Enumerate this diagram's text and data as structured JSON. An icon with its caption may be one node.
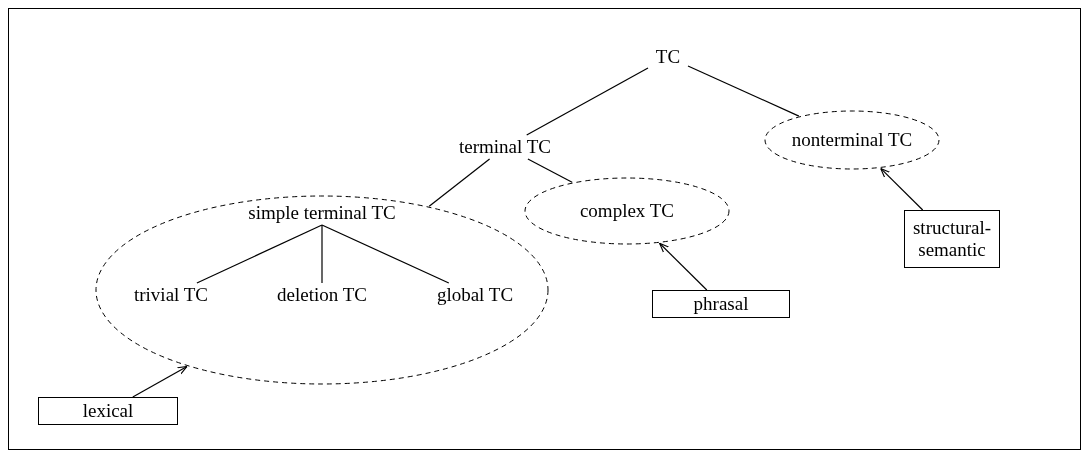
{
  "diagram": {
    "nodes": [
      {
        "text": [
          "TC"
        ]
      },
      {
        "text": [
          "terminal TC"
        ]
      },
      {
        "text": [
          "nonterminal TC"
        ]
      },
      {
        "text": [
          "simple terminal TC"
        ]
      },
      {
        "text": [
          "trivial TC"
        ],
        "in": 3
      },
      {
        "text": [
          "deletion TC"
        ],
        "in": 3
      },
      {
        "text": [
          "global TC"
        ],
        "in": 3
      },
      {
        "text": [
          "complex TC"
        ]
      },
      {
        "text": [
          "lexical"
        ]
      },
      {
        "text": [
          "phrasal"
        ]
      },
      {
        "text": [
          "structural-semantic"
        ]
      }
    ],
    "edges": [
      {
        "from": 0,
        "to": 1,
        "arrow": "none"
      },
      {
        "from": 0,
        "to": 2,
        "arrow": "none"
      },
      {
        "from": 1,
        "to": 3,
        "arrow": "none"
      },
      {
        "from": 1,
        "to": 7,
        "arrow": "none"
      },
      {
        "from": 3,
        "to": 4,
        "arrow": "none"
      },
      {
        "from": 3,
        "to": 5,
        "arrow": "none"
      },
      {
        "from": 3,
        "to": 6,
        "arrow": "none"
      },
      {
        "from": 8,
        "to": 3,
        "arrow": "to"
      },
      {
        "from": 9,
        "to": 7,
        "arrow": "to"
      },
      {
        "from": 10,
        "to": 2,
        "arrow": "to"
      }
    ]
  }
}
